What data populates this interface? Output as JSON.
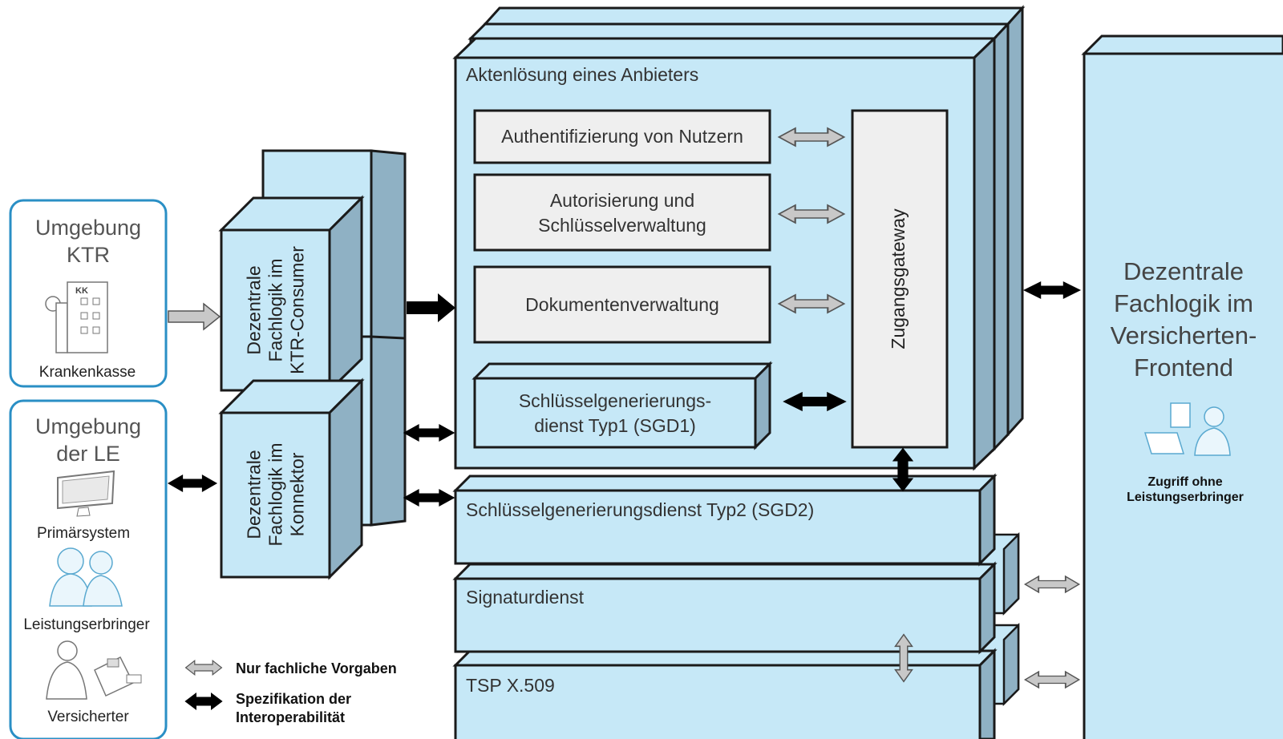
{
  "env_ktr": {
    "title_line1": "Umgebung",
    "title_line2": "KTR",
    "kk_label": "KK",
    "caption": "Krankenkasse"
  },
  "env_le": {
    "title_line1": "Umgebung",
    "title_line2": "der LE",
    "caption_primary": "Primärsystem",
    "caption_provider": "Leistungserbringer",
    "caption_insured": "Versicherter"
  },
  "cube_ktr": {
    "line1": "Dezentrale",
    "line2": "Fachlogik im",
    "line3": "KTR-Consumer"
  },
  "cube_konnektor": {
    "line1": "Dezentrale",
    "line2": "Fachlogik im",
    "line3": "Konnektor"
  },
  "akten": {
    "title": "Aktenlösung eines Anbieters",
    "auth": "Authentifizierung von Nutzern",
    "autor_line1": "Autorisierung und",
    "autor_line2": "Schlüsselverwaltung",
    "doku": "Dokumentenverwaltung",
    "sgd1_line1": "Schlüsselgenerierungs-",
    "sgd1_line2": "dienst Typ1 (SGD1)",
    "gateway": "Zugangsgateway"
  },
  "sgd2": "Schlüsselgenerierungsdienst Typ2 (SGD2)",
  "signatur": "Signaturdienst",
  "tsp": "TSP X.509",
  "frontend": {
    "line1": "Dezentrale",
    "line2": "Fachlogik im",
    "line3": "Versicherten-",
    "line4": "Frontend",
    "caption_line1": "Zugriff ohne",
    "caption_line2": "Leistungserbringer"
  },
  "legend": {
    "gray": "Nur fachliche Vorgaben",
    "black_line1": "Spezifikation der",
    "black_line2": "Interoperabilität"
  },
  "colors": {
    "box_fill": "#c6e8f7",
    "box_side": "#8fb1c4",
    "gray_box": "#efefef",
    "env_border": "#2a8fc5",
    "arrow_black": "#000000",
    "arrow_gray": "#bfbfbf"
  }
}
